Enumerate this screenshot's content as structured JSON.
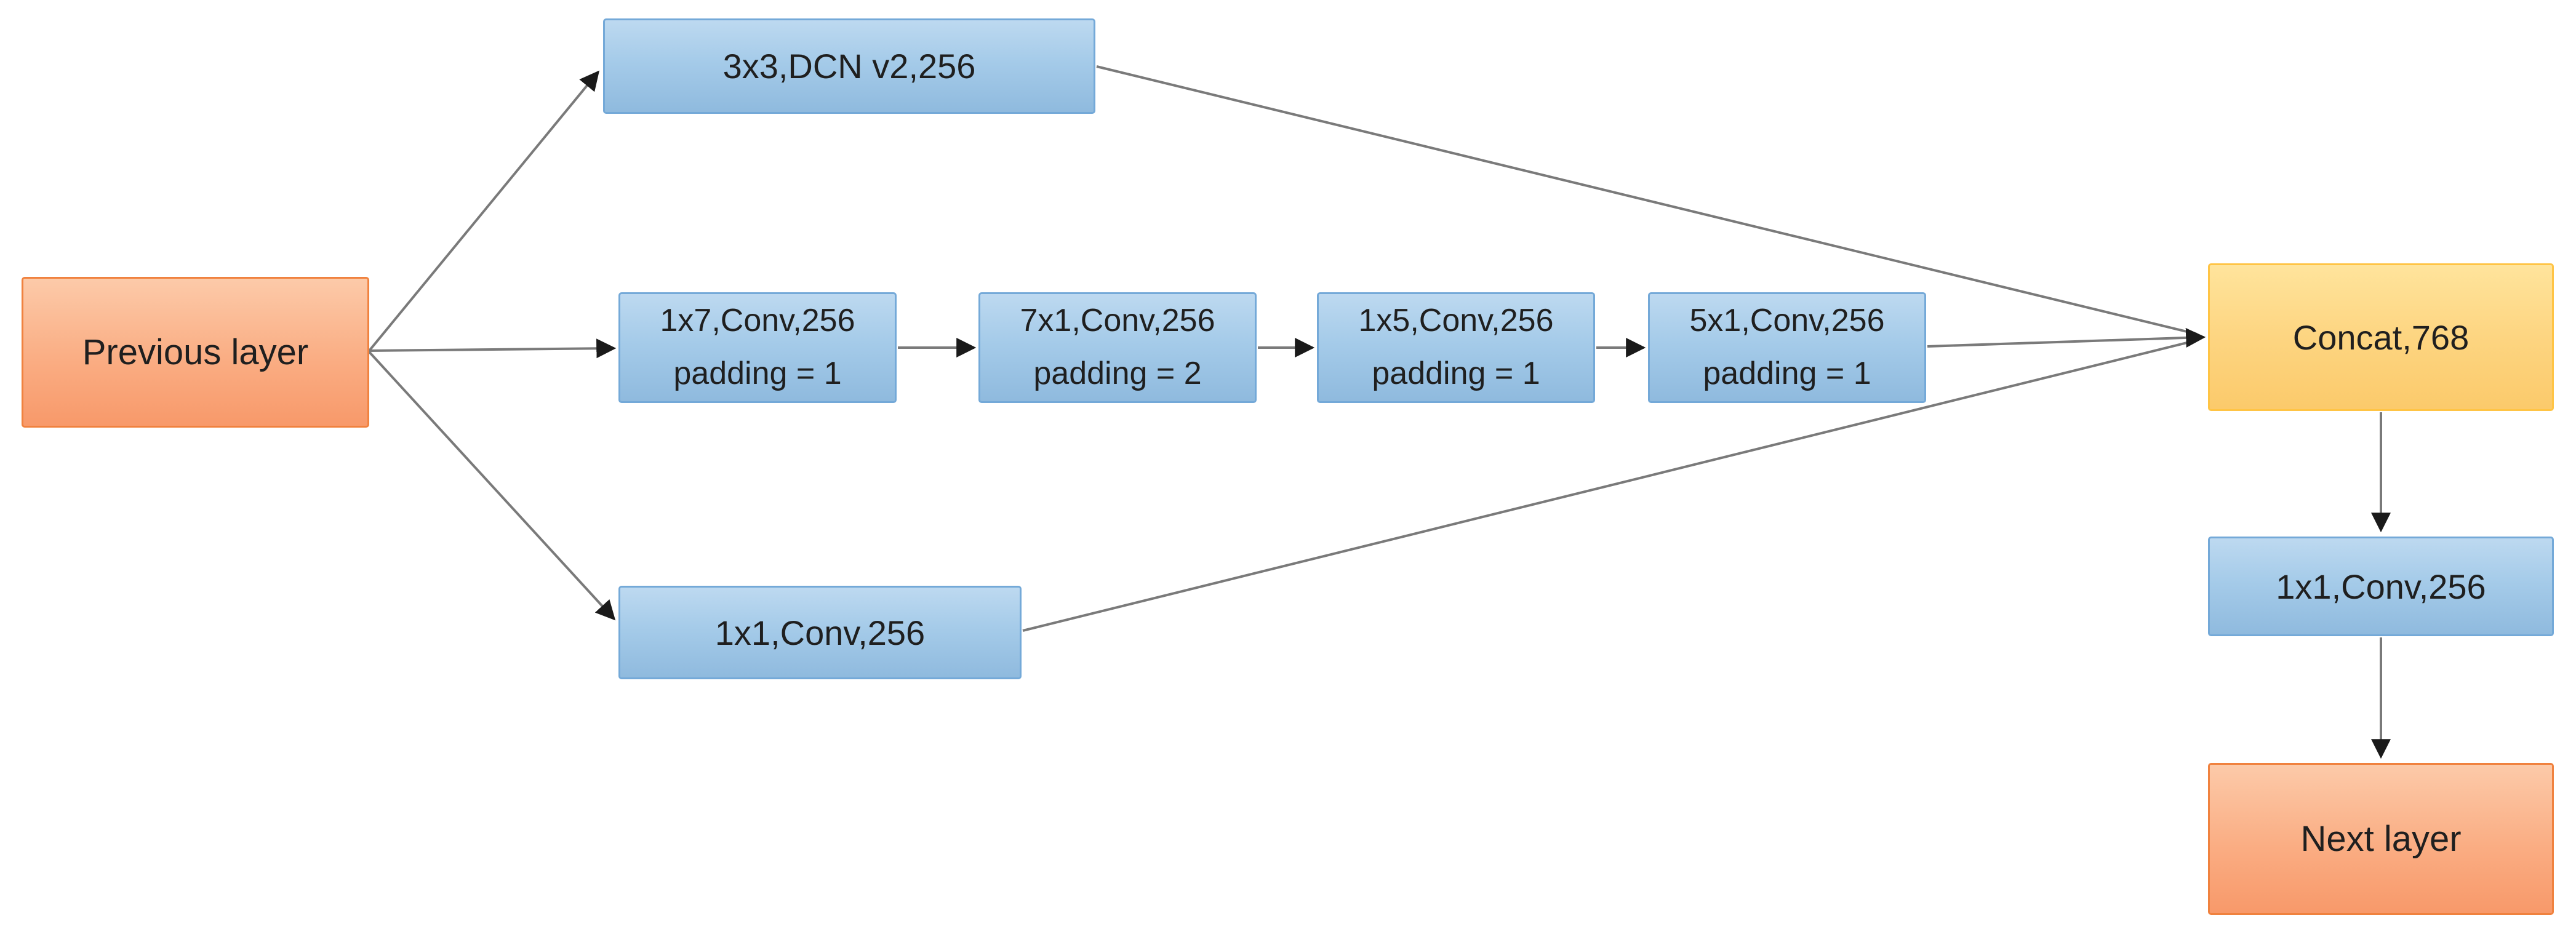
{
  "diagram": {
    "type": "neural-network-block-diagram",
    "description": "Multi-branch convolution block: previous layer splits into a 3x3 DCN v2 branch, a factorized 1x7/7x1/1x5/5x1 conv chain, and a 1x1 conv branch, concatenated then reduced by 1x1 conv to the next layer"
  },
  "nodes": {
    "previous_layer": {
      "label": "Previous layer"
    },
    "dcn_branch": {
      "label": "3x3,DCN v2,256"
    },
    "conv_1x7": {
      "label": "1x7,Conv,256",
      "sublabel": "padding = 1"
    },
    "conv_7x1": {
      "label": "7x1,Conv,256",
      "sublabel": "padding = 2"
    },
    "conv_1x5": {
      "label": "1x5,Conv,256",
      "sublabel": "padding = 1"
    },
    "conv_5x1": {
      "label": "5x1,Conv,256",
      "sublabel": "padding = 1"
    },
    "conv_1x1_branch": {
      "label": "1x1,Conv,256"
    },
    "concat": {
      "label": "Concat,768"
    },
    "conv_1x1_out": {
      "label": "1x1,Conv,256"
    },
    "next_layer": {
      "label": "Next layer"
    }
  },
  "edges": [
    {
      "from": "previous_layer",
      "to": "dcn_branch"
    },
    {
      "from": "previous_layer",
      "to": "conv_1x7"
    },
    {
      "from": "previous_layer",
      "to": "conv_1x1_branch"
    },
    {
      "from": "conv_1x7",
      "to": "conv_7x1"
    },
    {
      "from": "conv_7x1",
      "to": "conv_1x5"
    },
    {
      "from": "conv_1x5",
      "to": "conv_5x1"
    },
    {
      "from": "dcn_branch",
      "to": "concat"
    },
    {
      "from": "conv_5x1",
      "to": "concat"
    },
    {
      "from": "conv_1x1_branch",
      "to": "concat"
    },
    {
      "from": "concat",
      "to": "conv_1x1_out"
    },
    {
      "from": "conv_1x1_out",
      "to": "next_layer"
    }
  ],
  "colors": {
    "io_box_fill_top": "#fccaa9",
    "io_box_fill_bottom": "#f8996a",
    "io_box_border": "#f0823f",
    "conv_box_fill_top": "#bdd9f0",
    "conv_box_fill_bottom": "#8fbade",
    "conv_box_border": "#74a9d8",
    "concat_box_fill_top": "#ffe49c",
    "concat_box_fill_bottom": "#fbca6b",
    "concat_box_border": "#ffc445",
    "edge_line": "#7a7a7a",
    "arrowhead": "#1a1a1a",
    "text": "#1f1f1f",
    "background": "#ffffff"
  }
}
